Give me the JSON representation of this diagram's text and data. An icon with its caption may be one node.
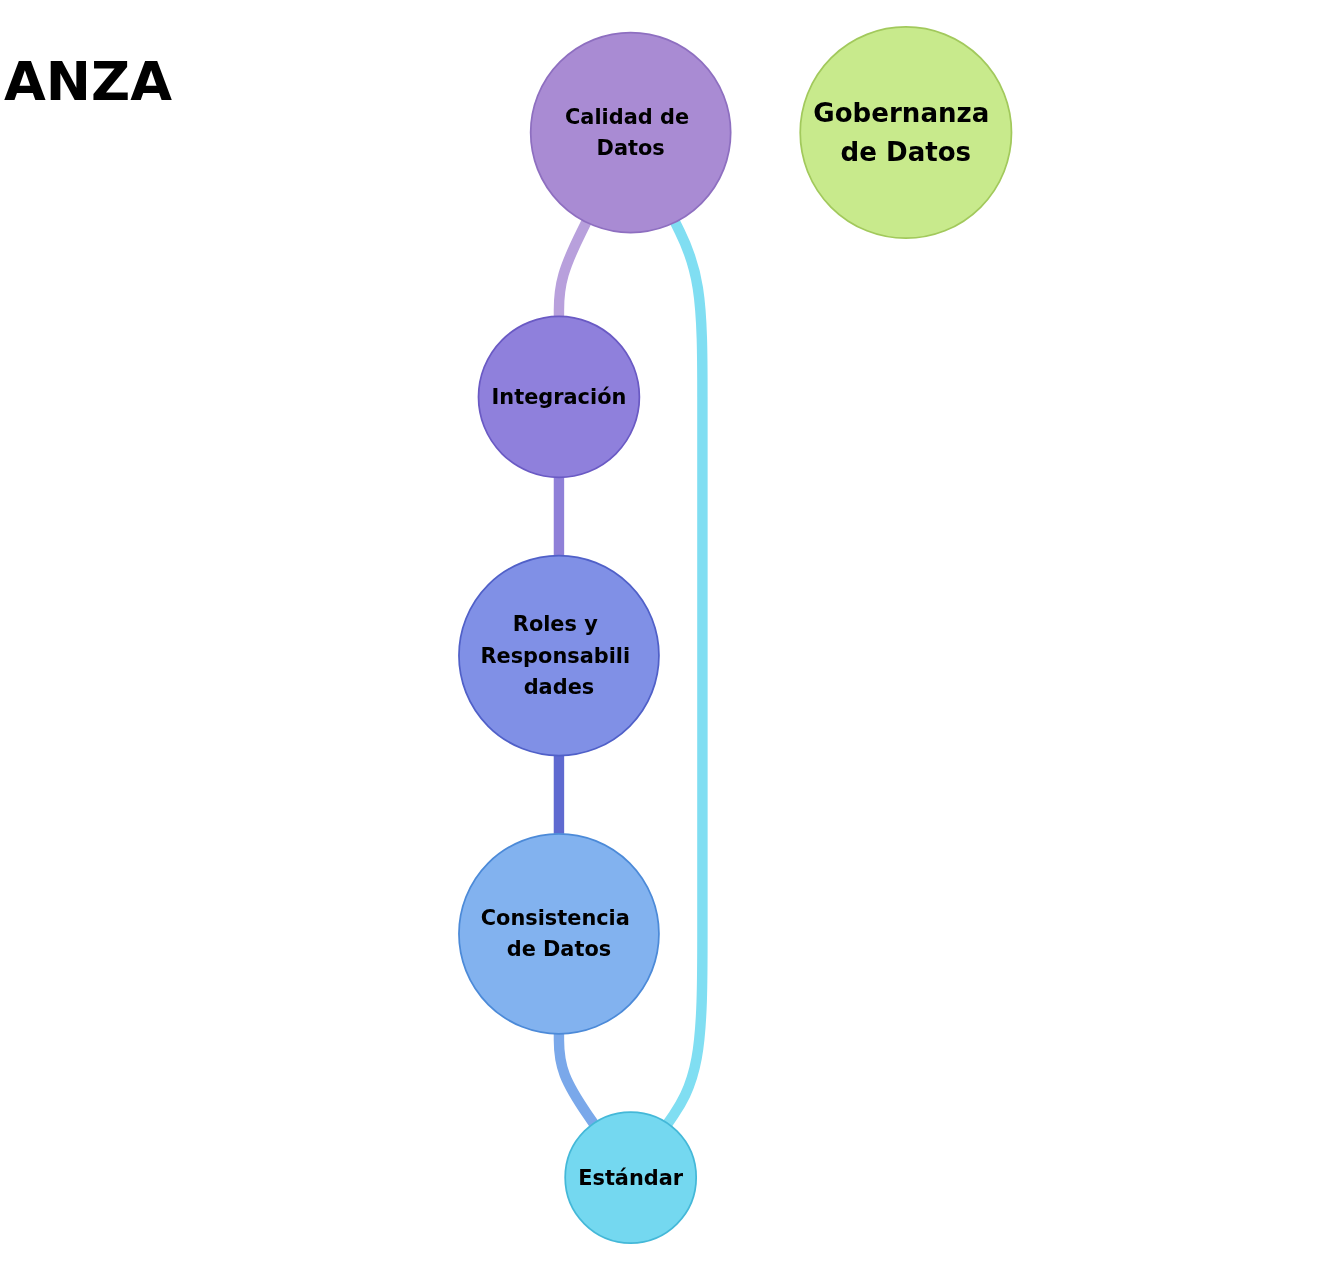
{
  "diagram": {
    "nodes": [
      {
        "text": [
          "Calidad de Datos"
        ]
      },
      {
        "text": [
          "Estándar"
        ]
      },
      {
        "text": [
          "Integración"
        ]
      },
      {
        "text": [
          "Gobernanza de Datos"
        ]
      },
      {
        "text": [
          "Consistencia de Datos"
        ]
      },
      {
        "text": [
          "Roles y Responsabili dades"
        ]
      }
    ],
    "edges": [
      {
        "from": 0,
        "to": 2,
        "arrow": "none",
        "color": "#b8a0dc"
      },
      {
        "from": 2,
        "to": 5,
        "arrow": "none",
        "color": "#8f80d8"
      },
      {
        "from": 5,
        "to": 4,
        "arrow": "none",
        "color": "#5f6ad0"
      },
      {
        "from": 4,
        "to": 1,
        "arrow": "none",
        "color": "#7aa8ea"
      },
      {
        "from": 1,
        "to": 0,
        "arrow": "none",
        "color": "#80def2"
      }
    ],
    "labels": [
      "ANZA"
    ]
  }
}
